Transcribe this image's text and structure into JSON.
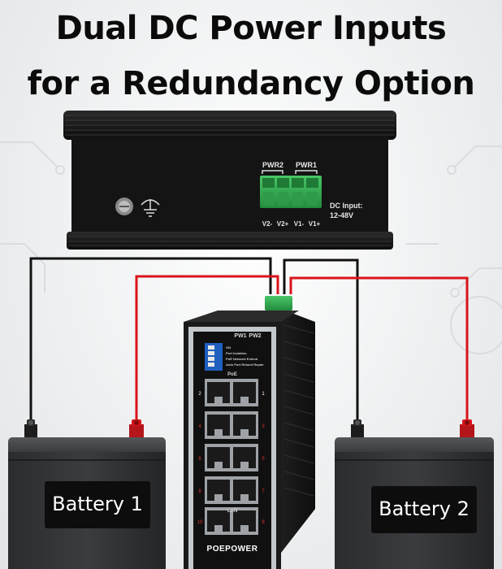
{
  "title": {
    "line1": "Dual DC Power Inputs",
    "line2": "for a Redundancy Option"
  },
  "top_panel": {
    "pwr2_label": "PWR2",
    "pwr1_label": "PWR1",
    "dc_input_line1": "DC Input:",
    "dc_input_line2": "12-48V",
    "terminals": [
      "V2-",
      "V2+",
      "V1-",
      "V1+"
    ]
  },
  "switch": {
    "pw1_label": "PW1",
    "pw2_label": "PW2",
    "dip_labels": [
      "ON",
      "Port Isolation",
      "PoE Network Extend",
      "Auto Port Reboot Repair"
    ],
    "poe_label": "PoE",
    "lan_label": "LAN",
    "brand": "POEPOWER",
    "port_numbers": [
      "1",
      "2",
      "3",
      "4",
      "5",
      "6",
      "7",
      "8",
      "9",
      "10"
    ]
  },
  "batteries": {
    "battery1": "Battery 1",
    "battery2": "Battery 2"
  },
  "colors": {
    "wire_red": "#d9141b",
    "wire_black": "#111111",
    "terminal_green": "#2fa84f",
    "device_black": "#161616"
  }
}
